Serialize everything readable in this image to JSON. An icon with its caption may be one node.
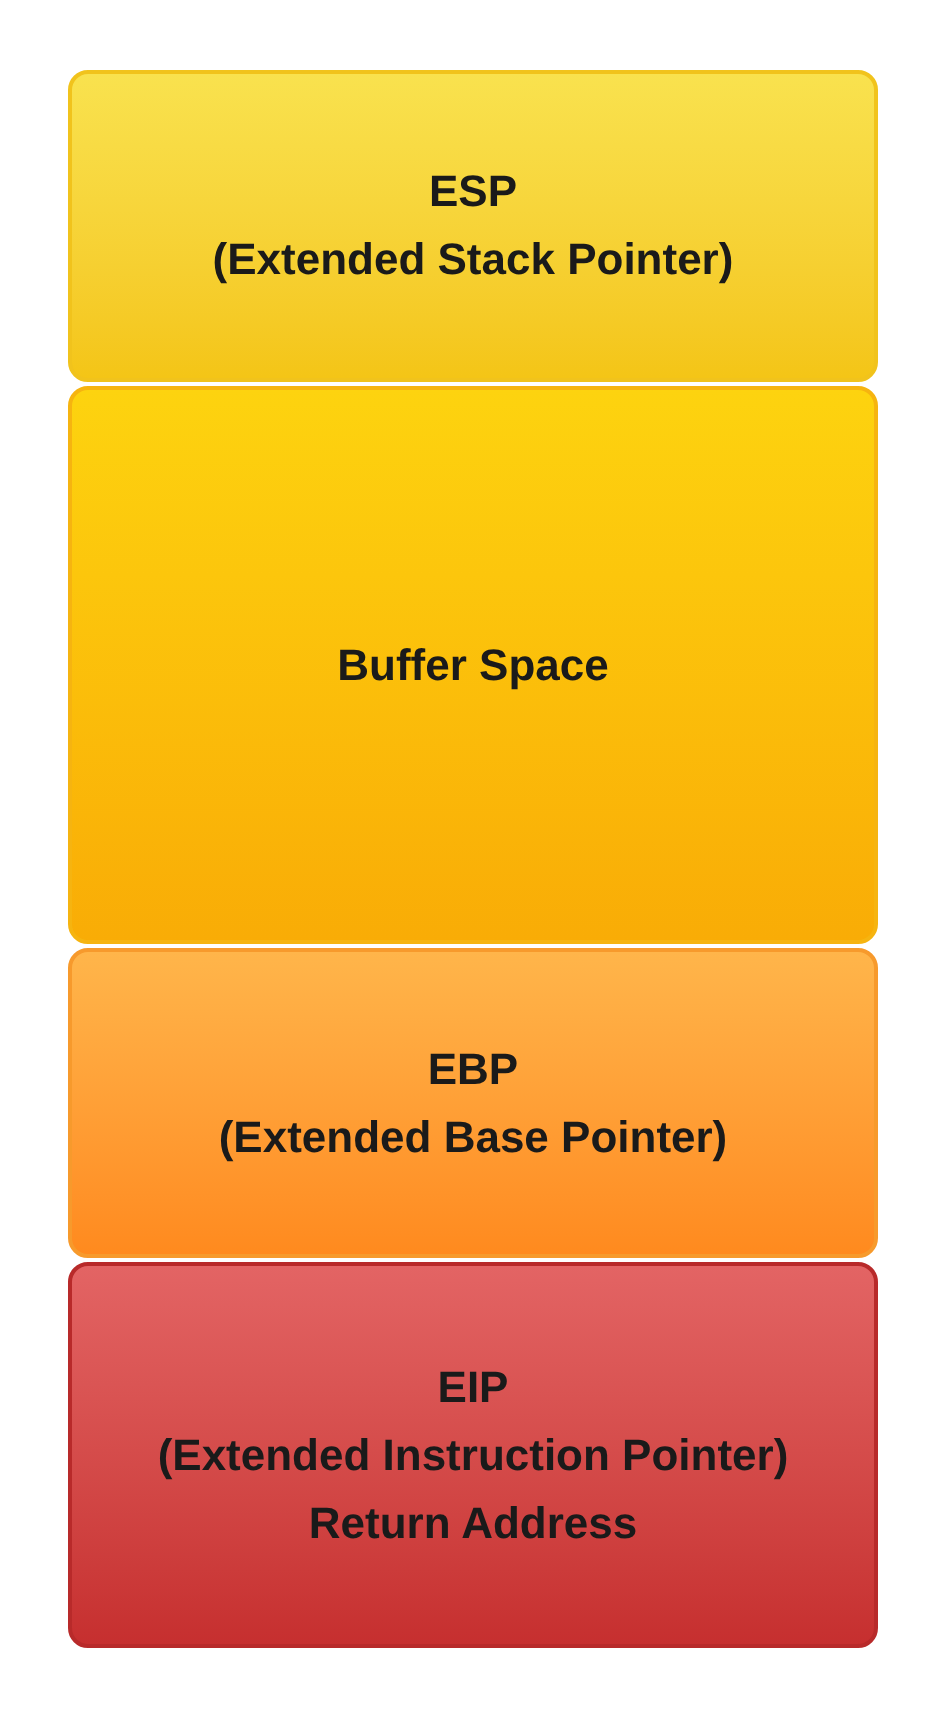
{
  "diagram": {
    "nodes": [
      {
        "text": [
          "ESP",
          "(Extended Stack Pointer)"
        ]
      },
      {
        "text": [
          "Buffer Space"
        ]
      },
      {
        "text": [
          "EBP",
          "(Extended Base Pointer)"
        ]
      },
      {
        "text": [
          "EIP",
          "(Extended Instruction Pointer)",
          "Return Address"
        ]
      }
    ]
  }
}
